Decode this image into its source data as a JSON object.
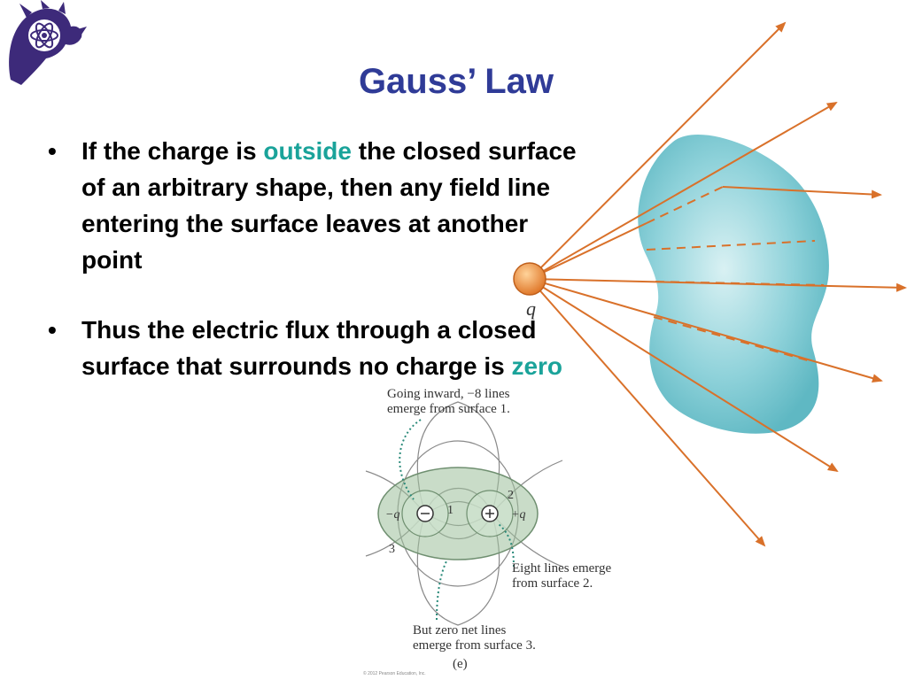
{
  "slide": {
    "title": "Gauss’ Law",
    "bullets": [
      {
        "before": "If the charge is ",
        "highlight": "outside",
        "after": " the closed surface of an arbitrary shape, then any field line entering the surface leaves at another point"
      },
      {
        "before": "Thus the electric flux through a closed surface that surrounds no charge is ",
        "highlight": "zero",
        "after": ""
      }
    ],
    "bullet_glyph": "•",
    "highlight_color": "#1aa39a",
    "title_color": "#2f3b97"
  },
  "figure_flux": {
    "charge_label": "q"
  },
  "figure_surfaces": {
    "caption_inward": [
      "Going inward, −8 lines",
      "emerge from surface 1."
    ],
    "caption_eight": [
      "Eight lines emerge",
      "from surface 2."
    ],
    "caption_zero": [
      "But zero net lines",
      "emerge from surface 3."
    ],
    "label_neg_charge": "−q",
    "label_pos_charge": "+q",
    "label_surface1": "1",
    "label_surface2": "2",
    "label_surface3": "3",
    "panel_label": "(e)",
    "copyright": "© 2012 Pearson Education, Inc."
  },
  "icons": {
    "logo": "horned-frog-atom-logo"
  }
}
